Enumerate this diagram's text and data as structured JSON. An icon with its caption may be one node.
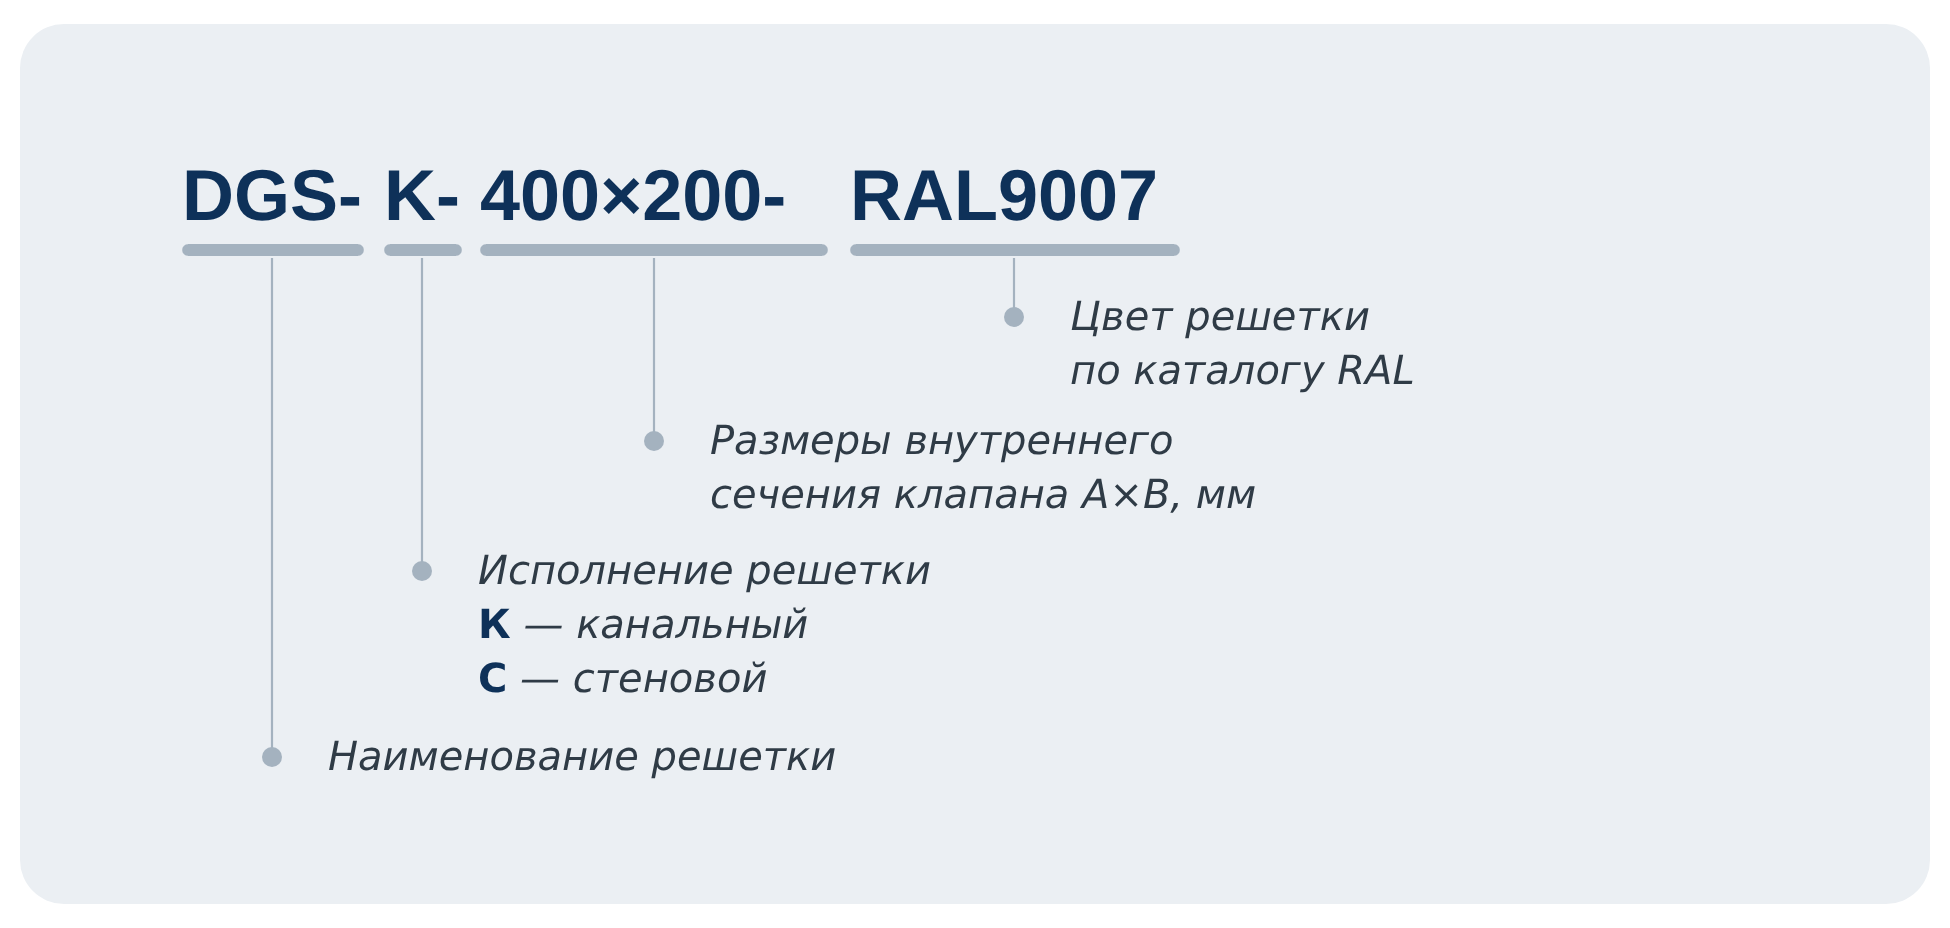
{
  "diagram": {
    "nodes": [
      {
        "text": [
          "DGS-"
        ]
      },
      {
        "text": [
          "K-"
        ]
      },
      {
        "text": [
          "400×200-"
        ]
      },
      {
        "text": [
          "RAL9007"
        ]
      },
      {
        "text": [
          "Цвет решетки по каталогу RAL"
        ]
      },
      {
        "text": [
          "Размеры внутреннего сечения клапана A×B, мм"
        ]
      },
      {
        "text": [
          "Исполнение решетки",
          "**К** — канальный",
          "**С** — стеновой"
        ]
      },
      {
        "text": [
          "Наименование решетки"
        ]
      }
    ],
    "edges": [
      {
        "from": 3,
        "to": 4,
        "arrow": "other"
      },
      {
        "from": 2,
        "to": 5,
        "arrow": "other"
      },
      {
        "from": 1,
        "to": 6,
        "arrow": "other"
      },
      {
        "from": 0,
        "to": 7,
        "arrow": "other"
      }
    ]
  }
}
